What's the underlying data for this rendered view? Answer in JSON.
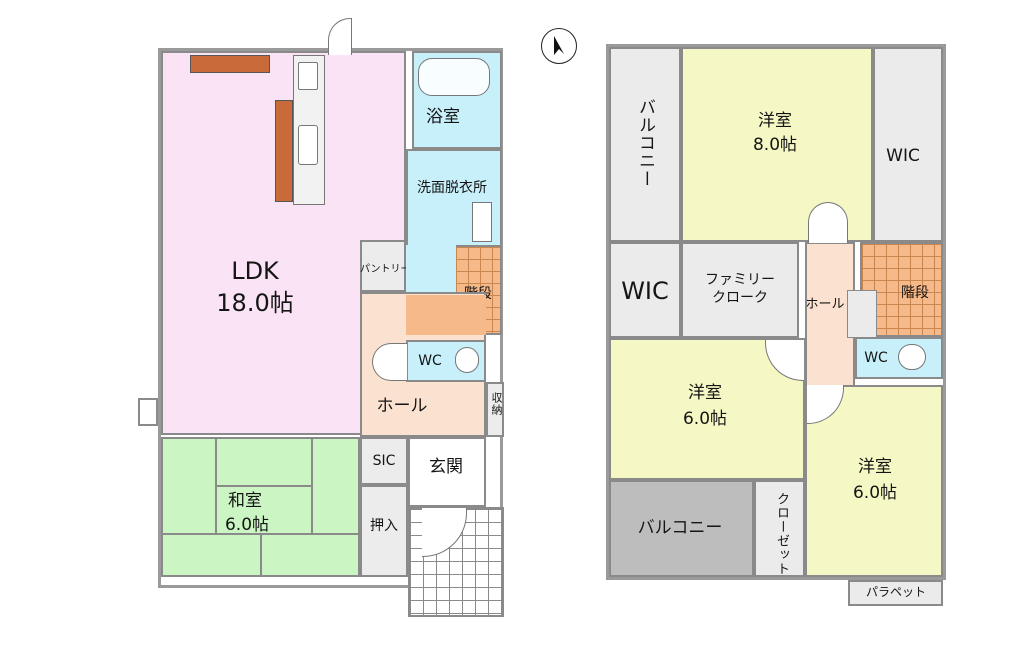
{
  "compass": {
    "icon": "north-arrow-icon",
    "direction": "N"
  },
  "colors": {
    "ldk": "#f9e3f5",
    "washitsu": "#ccf5c4",
    "water": "#c7f0fb",
    "hall": "#fbe2d0",
    "stairs": "#f5b98a",
    "storage": "#ececec",
    "balcony_open": "#ebebeb",
    "balcony_covered": "#bdbdbd",
    "youshitsu": "#f5f8c4",
    "wall": "#8a8a8a",
    "counter": "#c86a3a"
  },
  "floor1": {
    "rooms": {
      "ldk": {
        "name": "LDK",
        "size": "18.0帖"
      },
      "bath": {
        "name": "浴室"
      },
      "washroom": {
        "name": "洗面脱衣所"
      },
      "pantry": {
        "name": "パントリー"
      },
      "stairs": {
        "name": "階段"
      },
      "wc": {
        "name": "WC"
      },
      "hall": {
        "name": "ホール"
      },
      "storage": {
        "name": "収納"
      },
      "washitsu": {
        "name": "和室",
        "size": "6.0帖"
      },
      "sic": {
        "name": "SIC"
      },
      "entrance": {
        "name": "玄関"
      },
      "oshiire": {
        "name": "押入"
      }
    }
  },
  "floor2": {
    "rooms": {
      "balcony_west": {
        "name": "バルコニー"
      },
      "bedroom_main": {
        "name": "洋室",
        "size": "8.0帖"
      },
      "wic_east": {
        "name": "WIC"
      },
      "wic_west": {
        "name": "WIC"
      },
      "family_cloak": {
        "name": "ファミリー\nクローク",
        "line1": "ファミリー",
        "line2": "クローク"
      },
      "hall": {
        "name": "ホール"
      },
      "stairs": {
        "name": "階段"
      },
      "wc": {
        "name": "WC"
      },
      "bedroom_sw": {
        "name": "洋室",
        "size": "6.0帖"
      },
      "bedroom_se": {
        "name": "洋室",
        "size": "6.0帖"
      },
      "balcony_south": {
        "name": "バルコニー"
      },
      "closet": {
        "name": "クローゼット"
      },
      "parapet": {
        "name": "パラペット"
      }
    }
  }
}
